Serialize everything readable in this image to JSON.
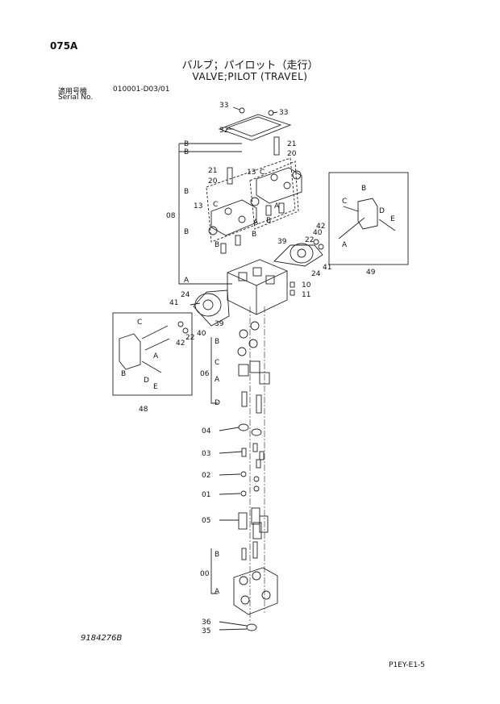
{
  "header": {
    "page_code": "075A",
    "title_jp": "バルブ；パイロット（走行）",
    "title_en": "VALVE;PILOT (TRAVEL)",
    "serial_label_jp": "適用号機",
    "serial_code": "010001-D03/01",
    "serial_label_en": "Serial No."
  },
  "footer": {
    "doc_number": "9184276B",
    "page_ref": "P1EY-E1-5"
  },
  "callouts": {
    "c33a": "33",
    "c33b": "33",
    "c32": "32",
    "c21a": "21",
    "c20a": "20",
    "c21b": "21",
    "c20b": "20",
    "cB1": "B",
    "cB2": "B",
    "cB3": "B",
    "cB4": "B",
    "c13a": "13",
    "c13b": "13",
    "cC1": "C",
    "cC2": "C",
    "cA1": "A",
    "cA2": "A",
    "cB5": "B",
    "cB6": "B",
    "cB7": "B",
    "c08": "08",
    "cA3": "A",
    "c49": "49",
    "c49B": "B",
    "c49C": "C",
    "c49D": "D",
    "c49E": "E",
    "c49A": "A",
    "c40a": "40",
    "c22a": "22",
    "c42a": "42",
    "c39a": "39",
    "c41a": "41",
    "c24a": "24",
    "c10": "10",
    "c11": "11",
    "c24b": "24",
    "c41b": "41",
    "c39b": "39",
    "c42b": "42",
    "c22b": "22",
    "c40b": "40",
    "c48": "48",
    "c48C": "C",
    "c48A": "A",
    "c48B": "B",
    "c48D": "D",
    "c48E": "E",
    "c06": "06",
    "c06B": "B",
    "c06C": "C",
    "c06A": "A",
    "c06D": "D",
    "c04": "04",
    "c03": "03",
    "c02": "02",
    "c01": "01",
    "c05": "05",
    "c00": "00",
    "c00B": "B",
    "c00A": "A",
    "c36": "36",
    "c35": "35"
  }
}
